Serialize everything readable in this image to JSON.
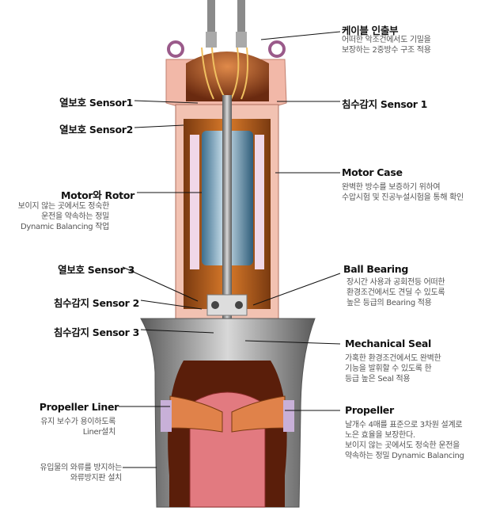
{
  "labels": {
    "cable": {
      "title": "케이블 인출부",
      "desc": [
        "어떠한 악조건에서도 기밀을",
        "보장하는 2중방수 구조 적용"
      ]
    },
    "leak1": {
      "title": "침수감지 Sensor 1"
    },
    "thermal1": {
      "title": "열보호 Sensor1"
    },
    "thermal2": {
      "title": "열보호 Sensor2"
    },
    "motor_case": {
      "title": "Motor Case",
      "desc": [
        "완벽한 방수를 보증하기 위하여",
        "수압시험 및 진공누설시험을 통해 확인"
      ]
    },
    "motor_rotor": {
      "title": "Motor와 Rotor",
      "desc": [
        "보이지 않는 곳에서도 정숙한",
        "운전을 약속하는  정밀",
        "Dynamic Balancing 작업"
      ]
    },
    "thermal3": {
      "title": "열보호 Sensor 3"
    },
    "ball_bearing": {
      "title": "Ball Bearing",
      "desc": [
        "장시간 사용과 공회전등 어떠한",
        "환경조건에서도 견딜 수 있도록",
        "높은 등급의 Bearing 적용"
      ]
    },
    "leak2": {
      "title": "침수감지 Sensor 2"
    },
    "leak3": {
      "title": "침수감지 Sensor 3"
    },
    "mech_seal": {
      "title": "Mechanical Seal",
      "desc": [
        "가혹한 환경조건에서도 완벽한",
        "기능을 발휘할 수 있도록 한",
        "등급 높은 Seal 적용"
      ]
    },
    "prop_liner": {
      "title": "Propeller Liner",
      "desc": [
        "유지 보수가 용이하도록",
        "Liner설치"
      ]
    },
    "propeller": {
      "title": "Propeller",
      "desc": [
        "날개수 4매를 표준으로  3차원 설계로",
        "노은 효율을 보장한다.",
        "보이지 않는 곳에서도 정숙한 운전을",
        "약속하는 정밀 Dynamic Balancing"
      ]
    },
    "vortex": {
      "desc": [
        "유입물의 와류를 방지하는",
        "와류방지판 설치"
      ]
    }
  }
}
